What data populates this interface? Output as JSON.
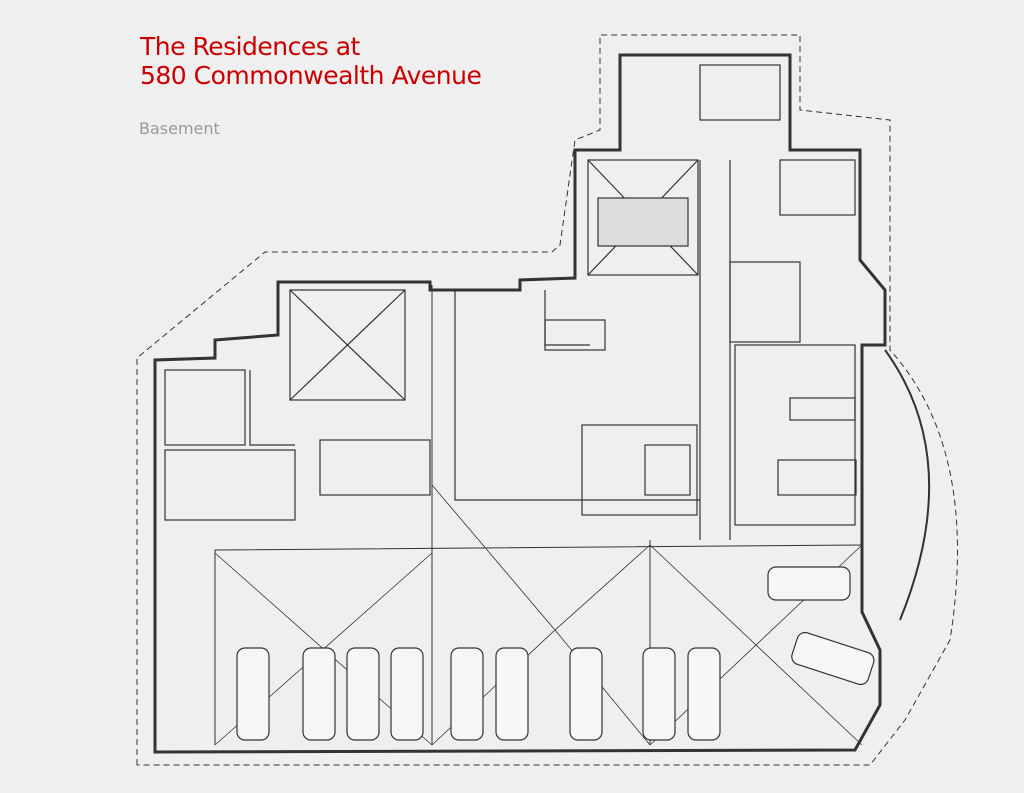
{
  "header": {
    "title_line1": "The Residences at",
    "title_line2": "580 Commonwealth Avenue",
    "floor_label": "Basement"
  },
  "colors": {
    "title": "#cc0000",
    "subtitle": "#9a9a9a",
    "background": "#efefef",
    "lines": "#333333"
  },
  "plan": {
    "parking_spaces": 11
  }
}
